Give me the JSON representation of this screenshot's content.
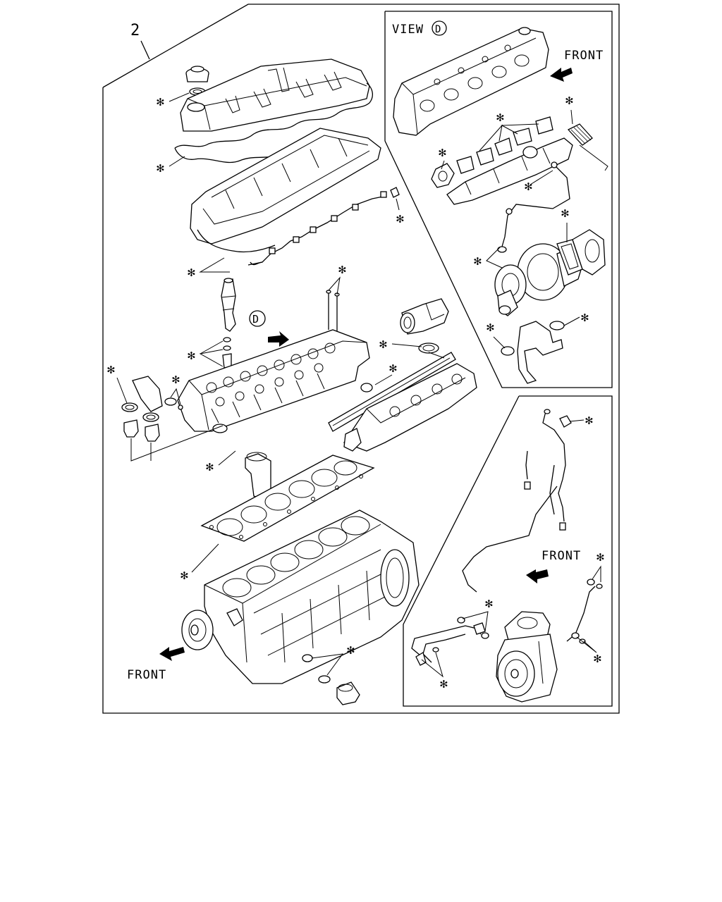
{
  "diagram": {
    "callout_number": "2",
    "view_label": "VIEW",
    "view_marker": "D",
    "section_marker": "D",
    "front_labels": [
      "FRONT",
      "FRONT",
      "FRONT"
    ],
    "asterisk": "✻"
  }
}
